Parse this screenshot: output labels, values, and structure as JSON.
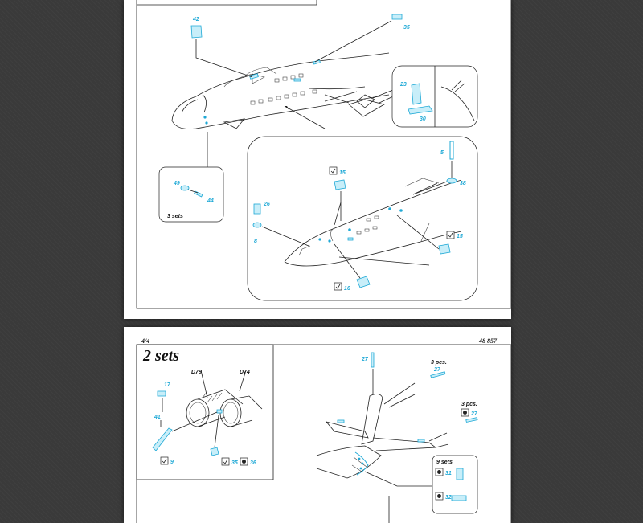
{
  "page_bottom": {
    "page_number": "4/4",
    "kit_number": "48 857",
    "title": "2 sets",
    "engine_labels": [
      "D79",
      "D74"
    ],
    "callouts": {
      "p17": "17",
      "p41": "41",
      "p9": "9",
      "p35": "35",
      "p36": "36",
      "p27a": "27",
      "p27b": "27",
      "p27c": "27",
      "pcs1": "3 pcs.",
      "pcs2": "3 pcs.",
      "sets9": "9 sets",
      "p31": "31",
      "p32": "32"
    }
  },
  "page_top": {
    "callouts": {
      "p42": "42",
      "p35": "35",
      "p23": "23",
      "p30": "30",
      "p49": "49",
      "p44": "44",
      "sets3": "3 sets",
      "p5": "5",
      "p38": "38",
      "p15a": "15",
      "p15b": "15",
      "p26": "26",
      "p8": "8",
      "p16": "16"
    }
  },
  "colors": {
    "etch": "#1fa9d6",
    "background": "#3a3a3a",
    "page": "#ffffff"
  }
}
